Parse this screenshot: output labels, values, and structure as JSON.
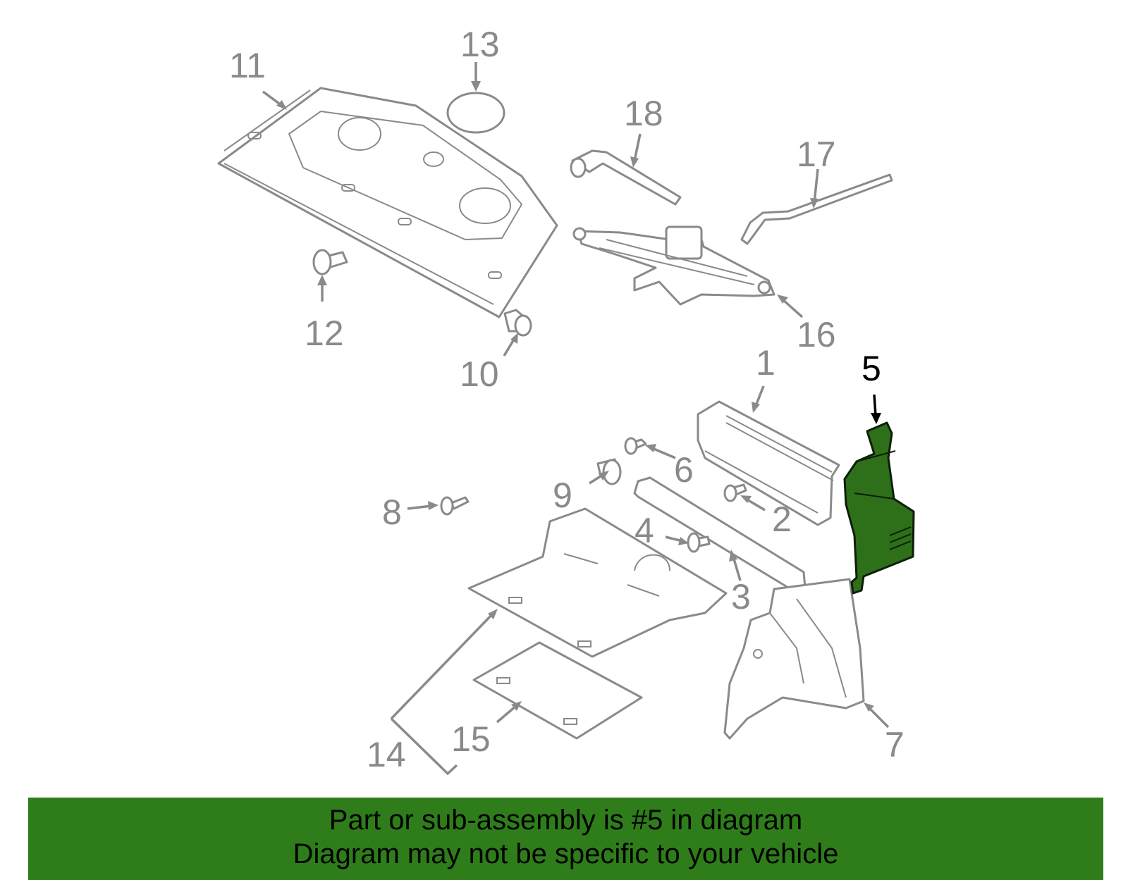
{
  "diagram": {
    "highlighted_part": "5",
    "highlight_color": "#2e7d1a",
    "callouts": {
      "c1": "1",
      "c2": "2",
      "c3": "3",
      "c4": "4",
      "c5": "5",
      "c6": "6",
      "c7": "7",
      "c8": "8",
      "c9": "9",
      "c10": "10",
      "c11": "11",
      "c12": "12",
      "c13": "13",
      "c14": "14",
      "c15": "15",
      "c16": "16",
      "c17": "17",
      "c18": "18"
    }
  },
  "banner": {
    "line1": "Part or sub-assembly is #5 in diagram",
    "line2": "Diagram may not be specific to your vehicle",
    "background": "#2e7d1a"
  }
}
